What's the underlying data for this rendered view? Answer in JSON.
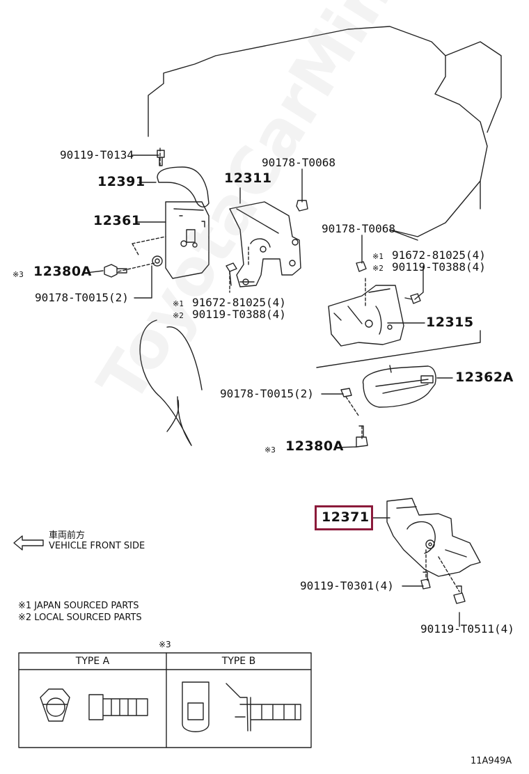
{
  "labels": {
    "p_90119_T0134": "90119-T0134",
    "p_12391": "12391",
    "p_12361": "12361",
    "p_12380A_top": "12380A",
    "p_90178_T0015_top": "90178-T0015(2)",
    "p_12311": "12311",
    "p_90178_T0068_top": "90178-T0068",
    "p_91672_81025_left": "91672-81025(4)",
    "p_90119_T0388_left": "90119-T0388(4)",
    "p_90178_T0068_right": "90178-T0068",
    "p_91672_81025_right": "91672-81025(4)",
    "p_90119_T0388_right": "90119-T0388(4)",
    "p_12315": "12315",
    "p_12362A": "12362A",
    "p_90178_T0015_mid": "90178-T0015(2)",
    "p_12380A_bottom": "12380A",
    "p_12371": "12371",
    "p_90119_T0301": "90119-T0301(4)",
    "p_90119_T0511": "90119-T0511(4)"
  },
  "marks": {
    "m1": "※1",
    "m2": "※2",
    "m3": "※3"
  },
  "direction": {
    "jp": "車両前方",
    "en": "VEHICLE FRONT SIDE"
  },
  "notes": {
    "n1": "※1 JAPAN SOURCED PARTS",
    "n2": "※2 LOCAL SOURCED PARTS"
  },
  "table": {
    "mark": "※3",
    "type_a": "TYPE A",
    "type_b": "TYPE B"
  },
  "figure_id": "11A949A",
  "watermark": "ToyotaCarMine.ru",
  "colors": {
    "highlight": "#8b1a3a",
    "line": "#111111"
  }
}
